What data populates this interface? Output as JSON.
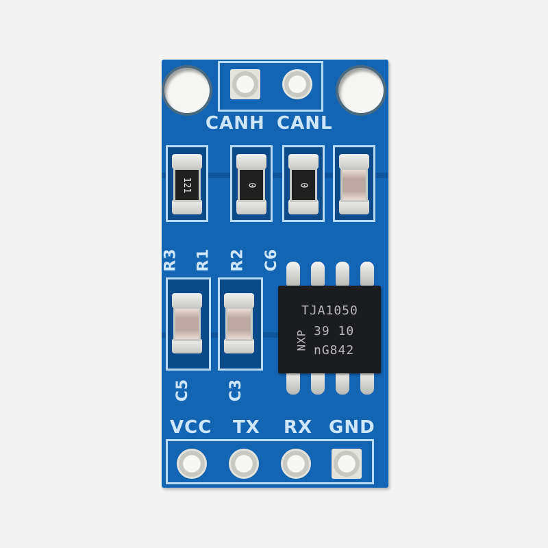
{
  "product": {
    "type": "TJA1050 CAN bus transceiver module",
    "board_color": "#1464b4",
    "silkscreen_color": "#cfe6ff"
  },
  "top_connector": {
    "labels": [
      "CANH",
      "CANL"
    ]
  },
  "component_labels": {
    "r3": "R3",
    "r1": "R1",
    "r2": "R2",
    "c6": "C6",
    "c5": "C5",
    "c3": "C3"
  },
  "smd_markings": {
    "r3": "121",
    "r1": "0",
    "r2": "0"
  },
  "ic": {
    "line1": "TJA1050",
    "line2": "39  10",
    "line3": "nG842",
    "brand": "NXP"
  },
  "bottom_connector": {
    "labels": [
      "VCC",
      "TX",
      "RX",
      "GND"
    ]
  }
}
